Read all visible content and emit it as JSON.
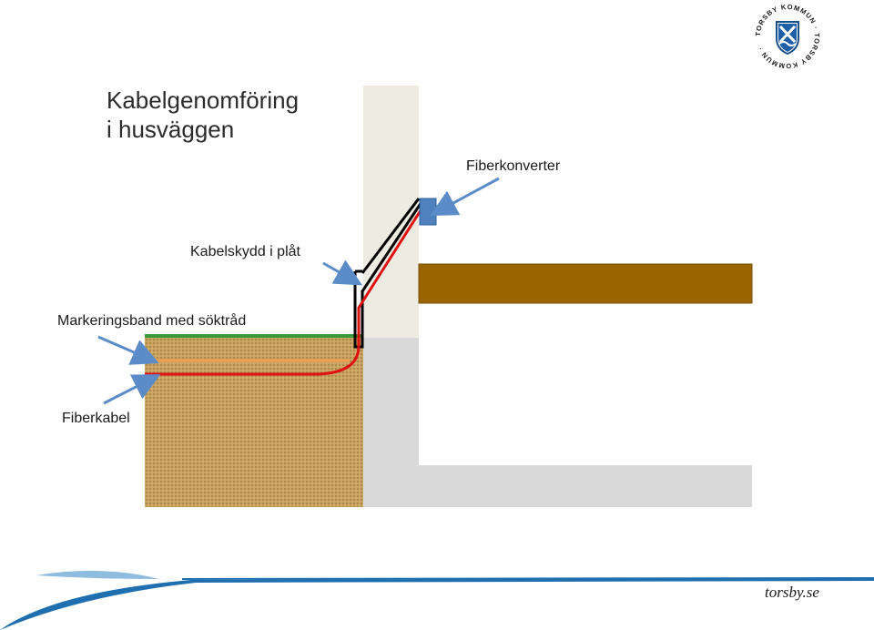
{
  "title": {
    "line1": "Kabelgenomföring",
    "line2": "i husväggen"
  },
  "labels": {
    "fiberkonverter": "Fiberkonverter",
    "kabelskydd": "Kabelskydd i plåt",
    "markeringsband": "Markeringsband med söktråd",
    "fiberkabel": "Fiberkabel"
  },
  "logo": {
    "ring_text": "TORSBY KOMMUN · TORSBY KOMMUN ·",
    "icon": "municipal-shield-icon"
  },
  "footer": {
    "website": "torsby.se"
  },
  "colors": {
    "wall_above": "#eeebe3",
    "foundation": "#d9d9d9",
    "soil": "#c8a060",
    "grass": "#3a9a3a",
    "marker_band": "#f0a050",
    "fiber_cable": "#e01010",
    "floor_beam": "#9a6400",
    "converter": "#4f81bd",
    "arrow": "#5b8cc8",
    "footer_blue": "#1f6fb0"
  }
}
